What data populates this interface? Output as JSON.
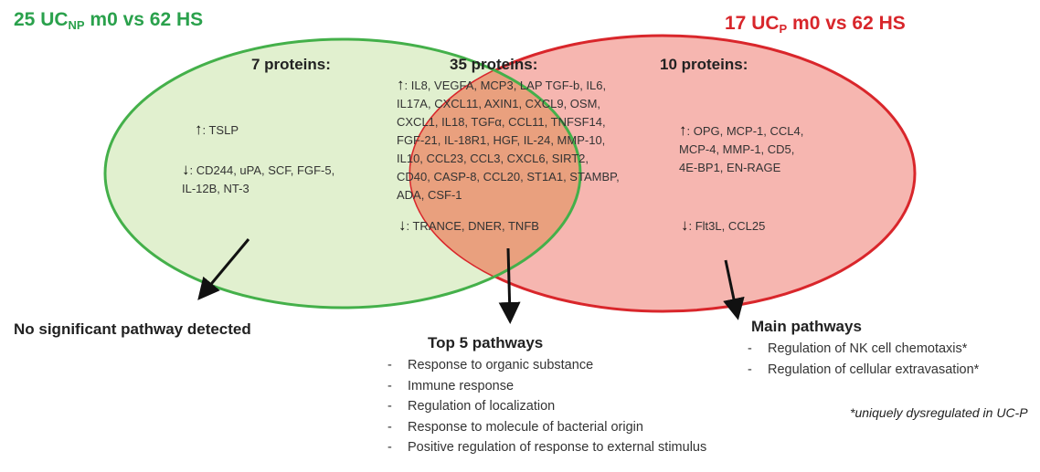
{
  "left_set": {
    "title_prefix": "25 UC",
    "title_sub": "NP",
    "title_suffix": " m0 vs 62 HS",
    "title_color": "#2aa14c",
    "circle_stroke": "#44b04a",
    "circle_fill": "#e1f0cf",
    "heading": "7 proteins:",
    "up_arrow": "↑",
    "up": ": TSLP",
    "down_arrow": "↓",
    "down": ": CD244, uPA, SCF, FGF-5, IL-12B, NT-3",
    "pathway_text": "No significant pathway detected"
  },
  "intersection": {
    "fill": "#e9a07e",
    "heading": "35 proteins:",
    "up_arrow": "↑",
    "up": ": IL8, VEGFA, MCP3, LAP TGF-b, IL6, IL17A, CXCL11, AXIN1, CXCL9, OSM, CXCL1, IL18, TGFα, CCL11, TNFSF14, FGF-21, IL-18R1, HGF, IL-24, MMP-10, IL10, CCL23, CCL3, CXCL6, SIRT2, CD40, CASP-8, CCL20, ST1A1, STAMBP, ADA, CSF-1",
    "down_arrow": "↓",
    "down": ": TRANCE, DNER, TNFB",
    "pathways_title": "Top 5 pathways",
    "pathways": [
      "Response to organic substance",
      "Immune response",
      "Regulation of localization",
      "Response to molecule of bacterial origin",
      "Positive regulation of response to external stimulus"
    ]
  },
  "right_set": {
    "title_prefix": "17 UC",
    "title_sub": "P",
    "title_suffix": " m0 vs 62 HS",
    "title_color": "#d8262b",
    "circle_stroke": "#d9262b",
    "circle_fill": "#f6b6b0",
    "heading": "10 proteins:",
    "up_arrow": "↑",
    "up": ": OPG, MCP-1, CCL4, MCP-4, MMP-1, CD5, 4E-BP1, EN-RAGE",
    "down_arrow": "↓",
    "down": ": Flt3L, CCL25",
    "pathways_title": "Main pathways",
    "pathways": [
      "Regulation of NK cell chemotaxis*",
      "Regulation of cellular extravasation*"
    ],
    "footnote": "*uniquely dysregulated in UC-P"
  }
}
